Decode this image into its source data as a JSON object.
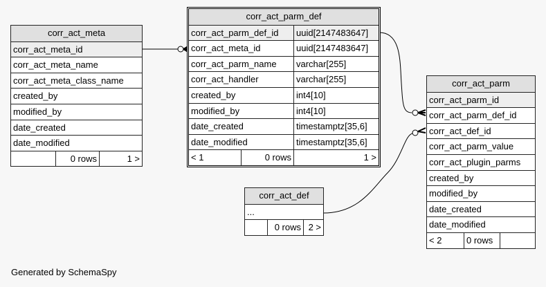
{
  "tables": {
    "corr_act_meta": {
      "title": "corr_act_meta",
      "columns": [
        {
          "name": "corr_act_meta_id",
          "pk": true
        },
        {
          "name": "corr_act_meta_name"
        },
        {
          "name": "corr_act_meta_class_name"
        },
        {
          "name": "created_by"
        },
        {
          "name": "modified_by"
        },
        {
          "name": "date_created"
        },
        {
          "name": "date_modified"
        }
      ],
      "footer": {
        "parents": "",
        "rows": "0 rows",
        "children": "1 >"
      }
    },
    "corr_act_parm_def": {
      "title": "corr_act_parm_def",
      "columns": [
        {
          "name": "corr_act_parm_def_id",
          "type": "uuid[2147483647]",
          "pk": true
        },
        {
          "name": "corr_act_meta_id",
          "type": "uuid[2147483647]"
        },
        {
          "name": "corr_act_parm_name",
          "type": "varchar[255]"
        },
        {
          "name": "corr_act_handler",
          "type": "varchar[255]"
        },
        {
          "name": "created_by",
          "type": "int4[10]"
        },
        {
          "name": "modified_by",
          "type": "int4[10]"
        },
        {
          "name": "date_created",
          "type": "timestamptz[35,6]"
        },
        {
          "name": "date_modified",
          "type": "timestamptz[35,6]"
        }
      ],
      "footer": {
        "parents": "< 1",
        "rows": "0 rows",
        "children": "1 >"
      }
    },
    "corr_act_parm": {
      "title": "corr_act_parm",
      "columns": [
        {
          "name": "corr_act_parm_id",
          "pk": true
        },
        {
          "name": "corr_act_parm_def_id"
        },
        {
          "name": "corr_act_def_id"
        },
        {
          "name": "corr_act_parm_value"
        },
        {
          "name": "corr_act_plugin_parms"
        },
        {
          "name": "created_by"
        },
        {
          "name": "modified_by"
        },
        {
          "name": "date_created"
        },
        {
          "name": "date_modified"
        }
      ],
      "footer": {
        "parents": "< 2",
        "rows": "0 rows",
        "children": ""
      }
    },
    "corr_act_def": {
      "title": "corr_act_def",
      "columns": [
        {
          "name": "..."
        }
      ],
      "footer": {
        "parents": "",
        "rows": "0 rows",
        "children": "2 >"
      }
    }
  },
  "relationships": [
    {
      "from": "corr_act_meta.corr_act_meta_id",
      "to": "corr_act_parm_def.corr_act_meta_id",
      "cardinality": "zero-or-many"
    },
    {
      "from": "corr_act_parm_def.corr_act_parm_def_id",
      "to": "corr_act_parm.corr_act_parm_def_id",
      "cardinality": "zero-or-many"
    },
    {
      "from": "corr_act_def",
      "to": "corr_act_parm.corr_act_def_id",
      "cardinality": "zero-or-many"
    }
  ],
  "generated_by": "Generated by SchemaSpy"
}
